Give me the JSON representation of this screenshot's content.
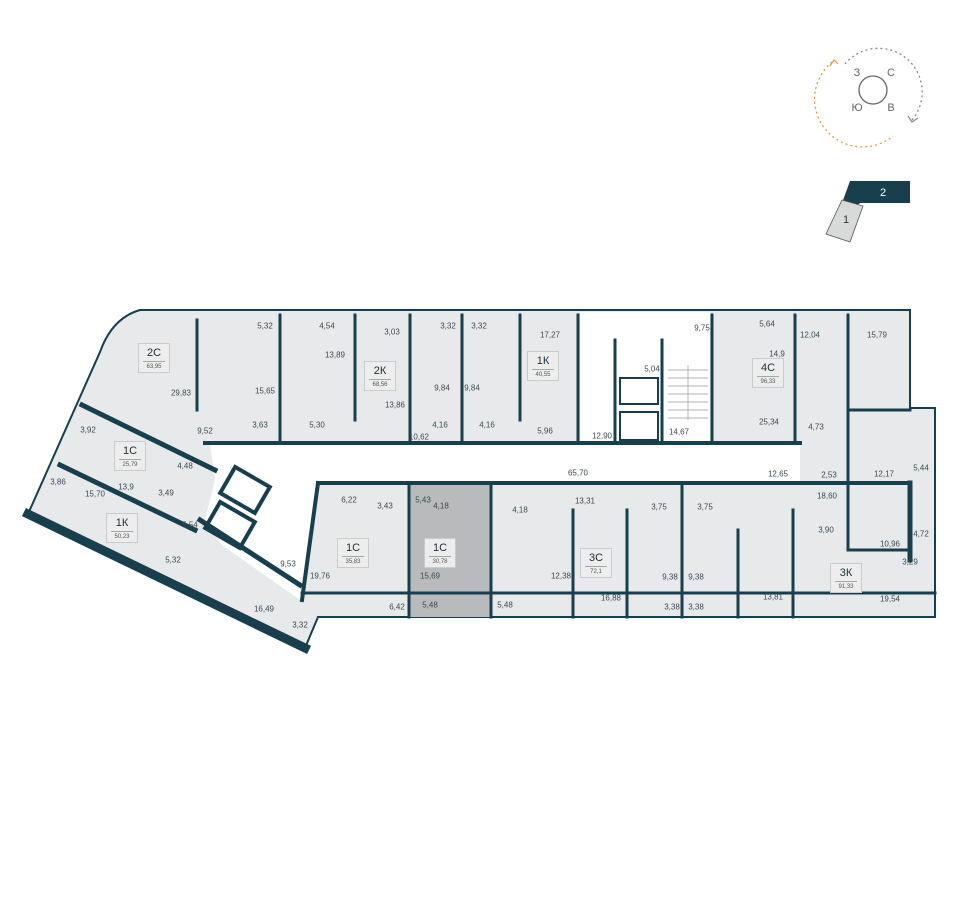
{
  "colors": {
    "wall": "#173f4d",
    "floor": "#e8e9ea",
    "highlight": "#b9babb",
    "accent": "#e39a3b"
  },
  "compass": {
    "w": "З",
    "n": "С",
    "s": "Ю",
    "e": "В"
  },
  "key_plan": {
    "section_1": "1",
    "section_2": "2",
    "current_section": "2"
  },
  "apartments": [
    {
      "type": "2С",
      "area": "63,95"
    },
    {
      "type": "1С",
      "area": "25,79"
    },
    {
      "type": "1К",
      "area": "50,23"
    },
    {
      "type": "2К",
      "area": "68,56"
    },
    {
      "type": "1К",
      "area": "40,55"
    },
    {
      "type": "4С",
      "area": "96,33"
    },
    {
      "type": "1С",
      "area": "35,83"
    },
    {
      "type": "1С",
      "area": "30,78",
      "selected": true
    },
    {
      "type": "3С",
      "area": "72,1"
    },
    {
      "type": "3К",
      "area": "91,33"
    }
  ],
  "room_areas": [
    "5,32",
    "4,54",
    "3,03",
    "3,32",
    "3,32",
    "17,27",
    "9,75",
    "5,64",
    "12,04",
    "15,79",
    "29,83",
    "15,65",
    "13,89",
    "13,86",
    "9,84",
    "9,84",
    "5,04",
    "14,9",
    "25,34",
    "3,92",
    "9,52",
    "3,63",
    "5,30",
    "10,62",
    "4,16",
    "4,16",
    "5,96",
    "12,90",
    "14,67",
    "4,73",
    "4,48",
    "65,70",
    "12,65",
    "2,53",
    "12,17",
    "5,44",
    "3,86",
    "15,70",
    "13,9",
    "3,49",
    "6,22",
    "3,43",
    "5,43",
    "4,18",
    "4,18",
    "13,31",
    "18,60",
    "3,75",
    "3,75",
    "5,54",
    "3,90",
    "10,96",
    "4,72",
    "5,32",
    "9,53",
    "19,76",
    "15,69",
    "12,38",
    "9,38",
    "9,38",
    "3,29",
    "16,49",
    "3,32",
    "6,42",
    "5,48",
    "5,48",
    "16,88",
    "3,38",
    "3,38",
    "13,81",
    "19,54"
  ]
}
